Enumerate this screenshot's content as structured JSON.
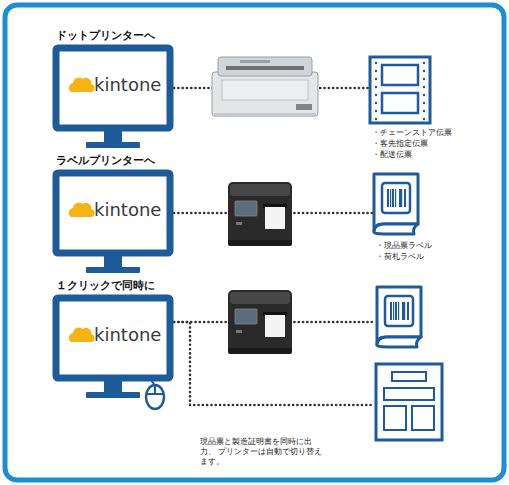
{
  "diagram": {
    "caption": "現品票と製造証明書を同時に出力、 プリンターは自動で切り替えます。",
    "nodes": [
      {
        "text": [
          "ドットプリンターへ",
          "kintone"
        ]
      },
      {
        "text": [
          "・チェーンストア伝票",
          "・客先指定伝票",
          "・配送伝票"
        ]
      },
      {
        "text": [
          "ラベルプリンターへ",
          "kintone"
        ]
      },
      {
        "text": [
          "・現品票ラベル",
          "・荷札ラベル"
        ]
      },
      {
        "text": [
          "１クリックで同時に",
          "kintone"
        ]
      },
      {
        "text": []
      },
      {
        "text": []
      }
    ],
    "edges": [
      {
        "from": 0,
        "to": 1,
        "arrow": "none"
      },
      {
        "from": 2,
        "to": 3,
        "arrow": "none"
      },
      {
        "from": 4,
        "to": 5,
        "arrow": "none"
      },
      {
        "from": 4,
        "to": 6,
        "arrow": "none"
      }
    ]
  }
}
